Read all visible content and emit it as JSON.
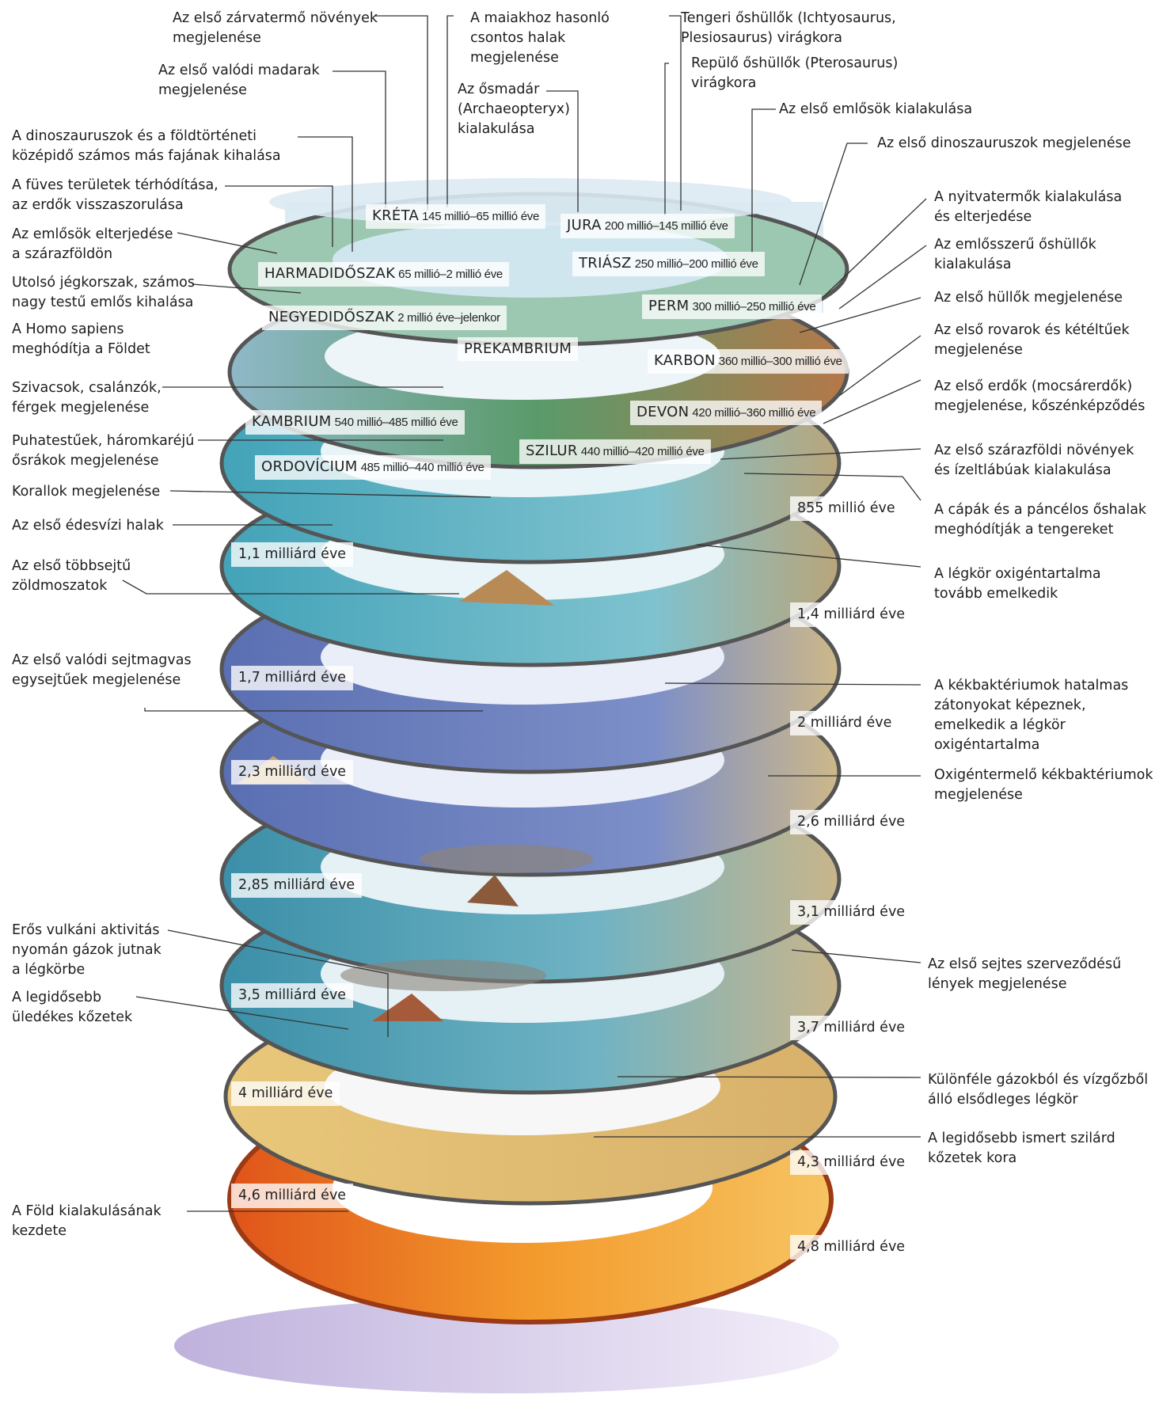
{
  "periods": [
    {
      "name": "KRÉTA",
      "range": "145 millió–65 millió éve"
    },
    {
      "name": "JURA",
      "range": "200 millió–145 millió éve"
    },
    {
      "name": "HARMADIDŐSZAK",
      "range": "65 millió–2 millió éve"
    },
    {
      "name": "TRIÁSZ",
      "range": "250 millió–200 millió éve"
    },
    {
      "name": "PERM",
      "range": "300 millió–250 millió éve"
    },
    {
      "name": "NEGYEDIDŐSZAK",
      "range": "2 millió éve–jelenkor"
    },
    {
      "name": "PREKAMBRIUM",
      "range": ""
    },
    {
      "name": "KARBON",
      "range": "360 millió–300 millió éve"
    },
    {
      "name": "DEVON",
      "range": "420 millió–360 millió éve"
    },
    {
      "name": "KAMBRIUM",
      "range": "540 millió–485 millió éve"
    },
    {
      "name": "SZILUR",
      "range": "440 millió–420 millió éve"
    },
    {
      "name": "ORDOVÍCIUM",
      "range": "485 millió–440 millió éve"
    }
  ],
  "ages": [
    "855 millió éve",
    "1,1 milliárd éve",
    "1,4 milliárd éve",
    "1,7 milliárd éve",
    "2 milliárd éve",
    "2,3 milliárd éve",
    "2,6 milliárd éve",
    "2,85 milliárd éve",
    "3,1 milliárd éve",
    "3,5 milliárd éve",
    "3,7 milliárd éve",
    "4 milliárd éve",
    "4,3 milliárd éve",
    "4,6 milliárd éve",
    "4,8 milliárd éve"
  ],
  "top_labels": [
    {
      "lines": [
        "Az első zárvatermő növények",
        "megjelenése"
      ]
    },
    {
      "lines": [
        "A maiakhoz hasonló",
        "csontos halak",
        "megjelenése"
      ]
    },
    {
      "lines": [
        "Tengeri őshüllők (Ichtyosaurus,",
        "Plesiosaurus) virágkora"
      ]
    },
    {
      "lines": [
        "Repülő őshüllők (Pterosaurus)",
        "virágkora"
      ]
    },
    {
      "lines": [
        "Az első valódi madarak",
        "megjelenése"
      ]
    },
    {
      "lines": [
        "Az ősmadár",
        "(Archaeopteryx)",
        "kialakulása"
      ]
    },
    {
      "lines": [
        "Az első emlősök kialakulása"
      ]
    }
  ],
  "left_labels": [
    {
      "lines": [
        "A dinoszauruszok és a földtörténeti",
        "középidő számos más fajának kihalása"
      ]
    },
    {
      "lines": [
        "A füves területek térhódítása,",
        "az erdők visszaszorulása"
      ]
    },
    {
      "lines": [
        "Az emlősök elterjedése",
        "a szárazföldön"
      ]
    },
    {
      "lines": [
        "Utolsó jégkorszak, számos",
        "nagy testű emlős kihalása"
      ]
    },
    {
      "lines": [
        "A Homo sapiens",
        "meghódítja a Földet"
      ]
    },
    {
      "lines": [
        "Szivacsok, csalánzók,",
        "férgek megjelenése"
      ]
    },
    {
      "lines": [
        "Puhatestűek, háromkaréjú",
        "ősrákok megjelenése"
      ]
    },
    {
      "lines": [
        "Korallok megjelenése"
      ]
    },
    {
      "lines": [
        "Az első édesvízi halak"
      ]
    },
    {
      "lines": [
        "Az első többsejtű",
        "zöldmoszatok"
      ]
    },
    {
      "lines": [
        "Az első valódi sejtmagvas",
        "egysejtűek megjelenése"
      ]
    },
    {
      "lines": [
        "Erős vulkáni aktivitás",
        "nyomán gázok jutnak",
        "a légkörbe"
      ]
    },
    {
      "lines": [
        "A legidősebb",
        "üledékes kőzetek"
      ]
    },
    {
      "lines": [
        "A Föld kialakulásának",
        "kezdete"
      ]
    }
  ],
  "right_labels": [
    {
      "lines": [
        "Az első dinoszauruszok megjelenése"
      ]
    },
    {
      "lines": [
        "A nyitvatermők kialakulása",
        "és elterjedése"
      ]
    },
    {
      "lines": [
        "Az emlősszerű őshüllők",
        "kialakulása"
      ]
    },
    {
      "lines": [
        "Az első hüllők megjelenése"
      ]
    },
    {
      "lines": [
        "Az első rovarok és kétéltűek",
        "megjelenése"
      ]
    },
    {
      "lines": [
        "Az első erdők (mocsárerdők)",
        "megjelenése, kőszénképződés"
      ]
    },
    {
      "lines": [
        "Az első szárazföldi növények",
        "és ízeltlábúak kialakulása"
      ]
    },
    {
      "lines": [
        "A cápák és a páncélos őshalak",
        "meghódítják a tengereket"
      ]
    },
    {
      "lines": [
        "A légkör oxigéntartalma",
        "tovább emelkedik"
      ]
    },
    {
      "lines": [
        "A kékbaktériumok hatalmas",
        "zátonyokat képeznek,",
        "emelkedik a légkör",
        "oxigéntartalma"
      ]
    },
    {
      "lines": [
        "Oxigéntermelő kékbaktériumok",
        "megjelenése"
      ]
    },
    {
      "lines": [
        "Az első sejtes szerveződésű",
        "lények megjelenése"
      ]
    },
    {
      "lines": [
        "Különféle gázokból és vízgőzből",
        "álló elsődleges légkör"
      ]
    },
    {
      "lines": [
        "A legidősebb ismert szilárd",
        "kőzetek kora"
      ]
    }
  ]
}
